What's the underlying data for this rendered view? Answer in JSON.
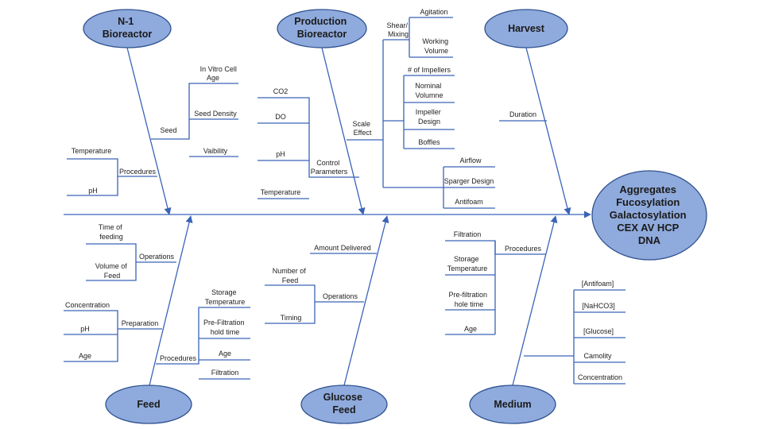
{
  "colors": {
    "line": "#3a63b8",
    "bubble_fill": "#8faadc",
    "bubble_stroke": "#2f528f"
  },
  "effect": {
    "lines": [
      "Aggregates",
      "Fucosylation",
      "Galactosylation",
      "CEX AV HCP",
      "DNA"
    ]
  },
  "categories": {
    "n1": {
      "lines": [
        "N-1",
        "Bioreactor"
      ]
    },
    "production": {
      "lines": [
        "Production",
        "Bioreactor"
      ]
    },
    "harvest": {
      "lines": [
        "Harvest"
      ]
    },
    "feed": {
      "lines": [
        "Feed"
      ]
    },
    "glucose": {
      "lines": [
        "Glucose",
        "Feed"
      ]
    },
    "medium": {
      "lines": [
        "Medium"
      ]
    }
  },
  "n1": {
    "seed": "Seed",
    "in_vitro": [
      "In Vitro Cell",
      "Age"
    ],
    "seed_density": "Seed Density",
    "viability": "Vaibility",
    "procedures": "Procedures",
    "temperature": "Temperature",
    "ph": "pH"
  },
  "production": {
    "control_parameters": [
      "Control",
      "Parameters"
    ],
    "co2": "CO2",
    "do": "DO",
    "ph": "pH",
    "temperature": "Temperature",
    "scale_effect": [
      "Scale",
      "Effect"
    ],
    "shear_mixing": [
      "Shear/",
      "Mixing"
    ],
    "agitation": "Agitation",
    "working_volume": [
      "Working",
      "Volume"
    ],
    "impellers": "# of Impellers",
    "nominal_volume": [
      "Nominal",
      "Volumne"
    ],
    "impeller_design": [
      "Impeller",
      "Design"
    ],
    "boffles": "Boffles",
    "airflow": "Airflow",
    "sparger_design": "Sparger Design",
    "antifoam": "Antifoam"
  },
  "harvest": {
    "duration": "Duration"
  },
  "feed": {
    "operations": "Operations",
    "time_of_feeding": [
      "Time of",
      "feeding"
    ],
    "volume_of_feed": [
      "Volume of",
      "Feed"
    ],
    "preparation": "Preparation",
    "concentration": "Concentration",
    "ph": "pH",
    "age": "Age",
    "procedures": "Procedures",
    "storage_temperature": [
      "Storage",
      "Temperature"
    ],
    "pre_filtration": [
      "Pre-Filtration",
      "hold time"
    ],
    "proc_age": "Age",
    "filtration": "Filtration"
  },
  "glucose": {
    "amount_delivered": "Amount Delivered",
    "operations": "Operations",
    "number_of_feed": [
      "Number of",
      "Feed"
    ],
    "timing": "Timing"
  },
  "medium": {
    "procedures": "Procedures",
    "filtration": "Filtration",
    "storage_temperature": [
      "Storage",
      "Temperature"
    ],
    "pre_filtration": [
      "Pre-filtration",
      "hole time"
    ],
    "age": "Age",
    "antifoam": "[Antifoam]",
    "nahco3": "[NaHCO3]",
    "glucose": "[Glucose]",
    "camolity": "Camolity",
    "concentration": "Concentration"
  }
}
